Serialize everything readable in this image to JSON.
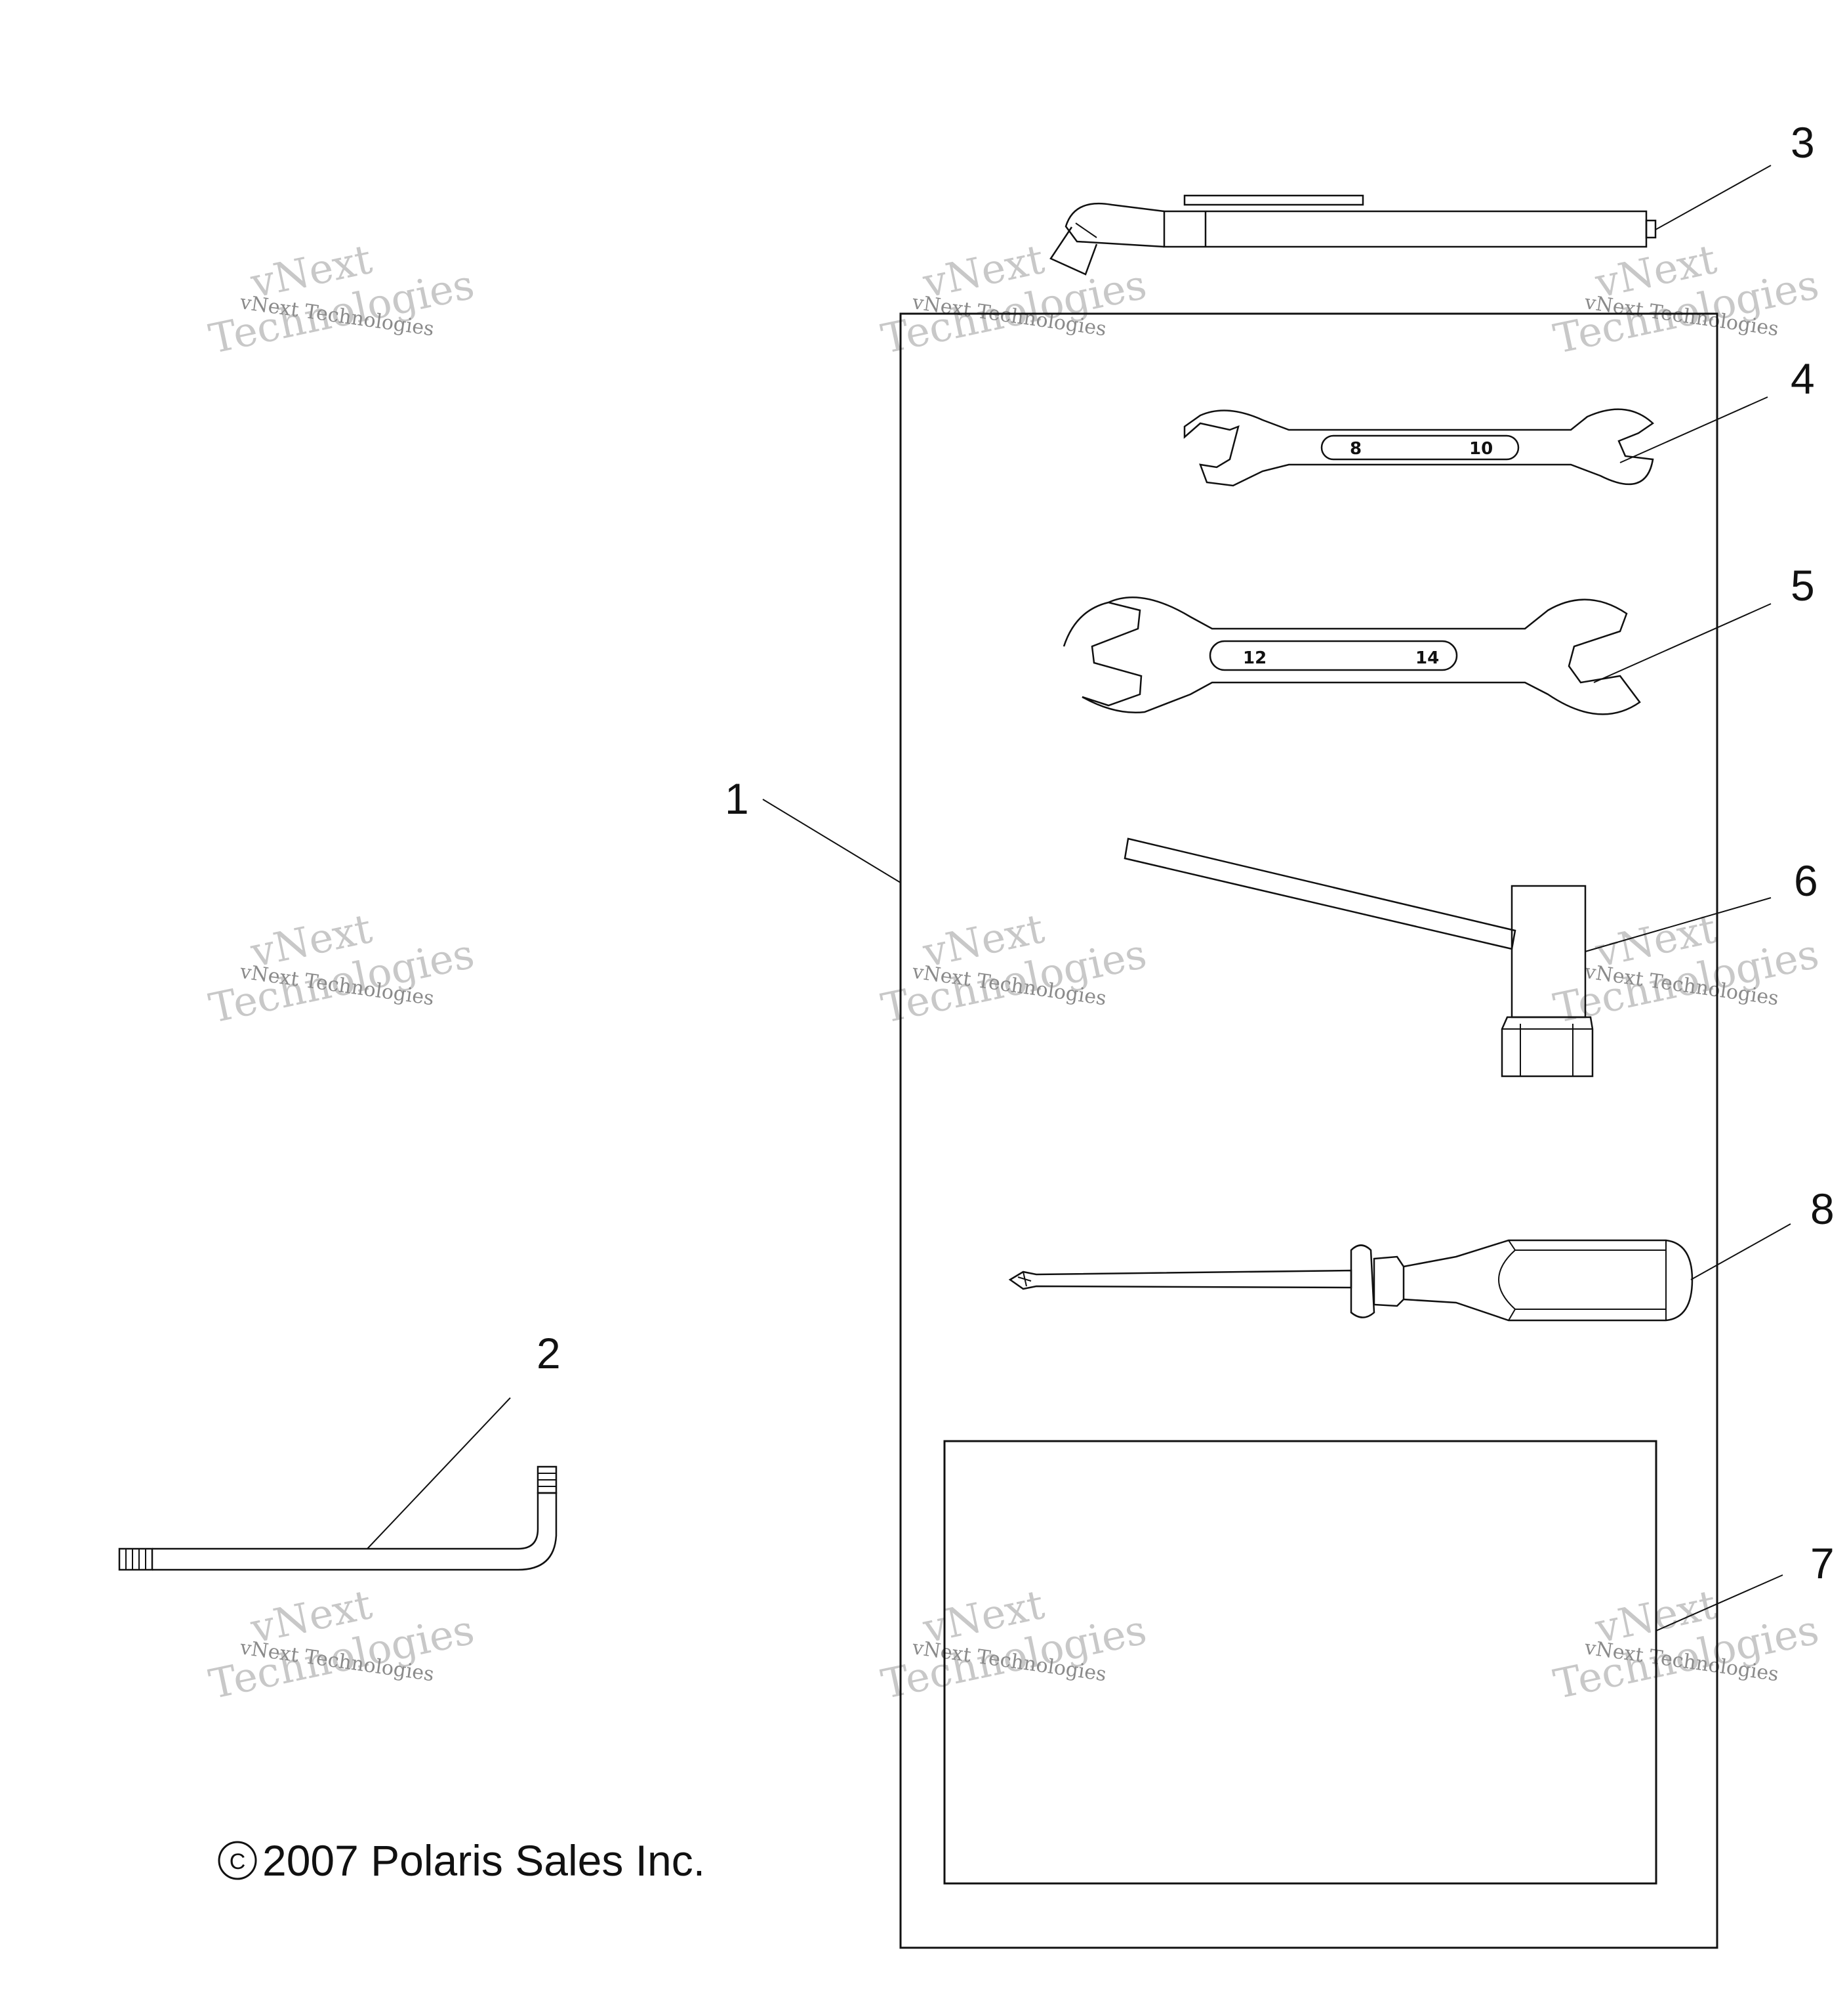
{
  "callouts": [
    "1",
    "2",
    "3",
    "4",
    "5",
    "6",
    "7",
    "8"
  ],
  "wrench_small": {
    "size_a": "8",
    "size_b": "10"
  },
  "wrench_large": {
    "size_a": "12",
    "size_b": "14"
  },
  "copyright": "2007 Polaris Sales Inc.",
  "copyright_symbol": "©",
  "watermark": {
    "line_small": "vNext Technologies",
    "line_big_1": "vNext",
    "line_big_2": "Technologies"
  },
  "colors": {
    "ink": "#111111",
    "watermark": "#c8c8c8"
  }
}
